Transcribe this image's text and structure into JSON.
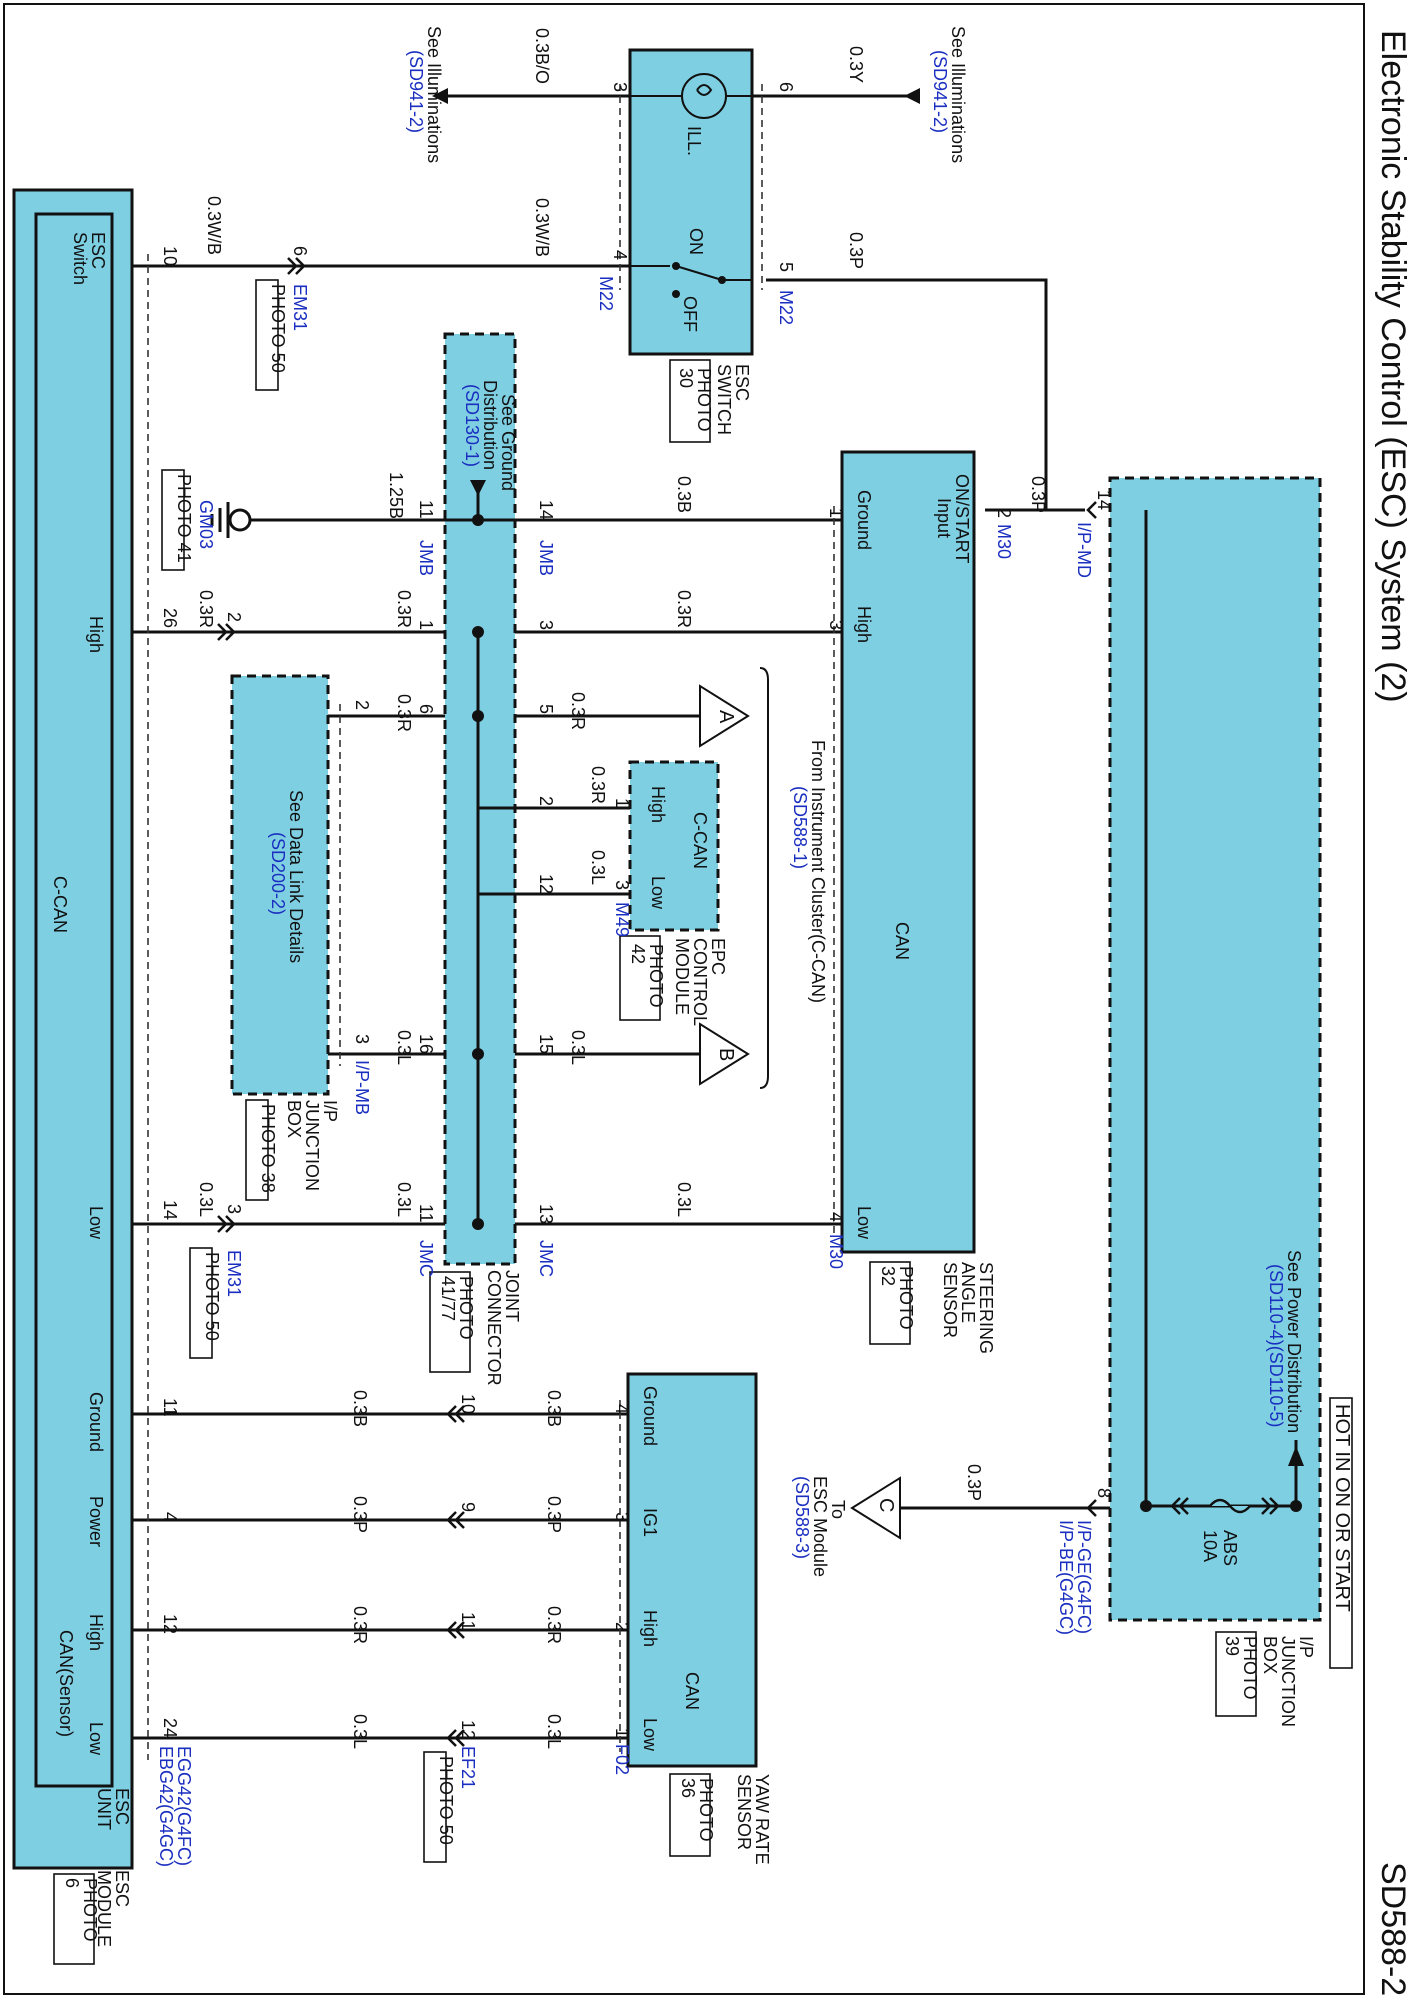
{
  "page": {
    "title": "Electronic Stability Control (ESC) System (2)",
    "code": "SD588-2"
  },
  "ip_junction_box": {
    "hot": "HOT IN ON OR START",
    "see_power": "See Power Distribution",
    "see_power_ref": "(SD110-4)(SD110-5)",
    "fuse_name": "ABS",
    "fuse_rating": "10A",
    "name": "I/P JUNCTION BOX",
    "name_lines": [
      "I/P",
      "JUNCTION",
      "BOX"
    ],
    "photo": "PHOTO 39",
    "photo_lines": [
      "PHOTO",
      "39"
    ],
    "pin_top": "14",
    "conn_top": "I/P-MD",
    "pin_bottom": "8",
    "conn_bottom_1": "I/P-GE(G4FC)",
    "conn_bottom_2": "I/P-BE(G4GC)"
  },
  "to_esc_module": {
    "wire": "0.3P",
    "marker": "C",
    "lines": [
      "To",
      "ESC Module"
    ],
    "ref": "(SD588-3)"
  },
  "esc_switch": {
    "name_lines": [
      "ESC",
      "SWITCH"
    ],
    "photo_lines": [
      "PHOTO",
      "30"
    ],
    "ill": "ILL.",
    "on": "ON",
    "off": "OFF",
    "pin_3": "3",
    "pin_6": "6",
    "pin_4": "4",
    "pin_5": "5",
    "conn_a": "M22",
    "conn_b": "M22",
    "wire_3": "0.3B/O",
    "wire_6": "0.3Y",
    "wire_4": "0.3W/B",
    "wire_5": "0.3P",
    "illum_left": "See Illuminations",
    "illum_left_ref": "(SD941-2)",
    "illum_right": "See Illuminations",
    "illum_right_ref": "(SD941-2)"
  },
  "steering_angle_sensor": {
    "name_lines": [
      "STEERING",
      "ANGLE",
      "SENSOR"
    ],
    "photo_lines": [
      "PHOTO",
      "32"
    ],
    "input_lines": [
      "ON/START",
      "Input"
    ],
    "ground": "Ground",
    "high": "High",
    "can": "CAN",
    "low": "Low",
    "pin_2": "2",
    "pin_1": "1",
    "pin_3": "3",
    "pin_4": "4",
    "conn": "M30",
    "conn_low": "M30",
    "wire_2": "0.3P",
    "wire_1": "0.3B",
    "wire_3": "0.3R",
    "wire_4": "0.3L"
  },
  "joint_connector": {
    "see_ground_lines": [
      "See Ground",
      "Distribution"
    ],
    "see_ground_ref": "(SD130-1)",
    "name_lines": [
      "JOINT",
      "CONNECTOR"
    ],
    "photo_lines": [
      "PHOTO",
      "41/77"
    ],
    "jmb": "JMB",
    "jmb_right": "JMB",
    "jmc": "JMC",
    "jmc_right": "JMC",
    "pins": {
      "p14": "14",
      "p11": "11",
      "p3": "3",
      "p1": "1",
      "p5": "5",
      "p6": "6",
      "p2": "2",
      "p12": "12",
      "p15": "15",
      "p16": "16",
      "p13": "13",
      "p11b": "11"
    }
  },
  "ground": {
    "name": "GM03",
    "photo": "PHOTO 41",
    "wire": "1.25B"
  },
  "instrument_cluster": {
    "from": "From Instrument Cluster(C-CAN)",
    "ref": "(SD588-1)",
    "marker_a": "A",
    "marker_b": "B",
    "wire_a": "0.3R",
    "wire_b": "0.3L"
  },
  "epc_module": {
    "can": "C-CAN",
    "high": "High",
    "low": "Low",
    "name_lines": [
      "EPC",
      "CONTROL",
      "MODULE"
    ],
    "photo_lines": [
      "PHOTO",
      "42"
    ],
    "pin_1": "1",
    "pin_3": "3",
    "conn": "M49",
    "wire_1": "0.3R",
    "wire_3": "0.3L"
  },
  "data_link": {
    "see": "See Data Link Details",
    "ref": "(SD200-2)",
    "pin_2": "2",
    "pin_3": "3",
    "conn": "I/P-MB",
    "name_lines": [
      "I/P",
      "JUNCTION",
      "BOX"
    ],
    "photo": "PHOTO 38",
    "wire_2": "0.3R",
    "wire_3": "0.3L"
  },
  "yaw_rate_sensor": {
    "name_lines": [
      "YAW RATE",
      "SENSOR"
    ],
    "photo_lines": [
      "PHOTO",
      "36"
    ],
    "ground": "Ground",
    "ig1": "IG1",
    "high": "High",
    "can": "CAN",
    "low": "Low",
    "pin_4": "4",
    "pin_3": "3",
    "pin_2": "2",
    "pin_1": "1",
    "conn": "F02",
    "wire_4": "0.3B",
    "wire_3": "0.3P",
    "wire_2": "0.3R",
    "wire_1": "0.3L"
  },
  "ef21": {
    "name": "EF21",
    "photo": "PHOTO 50",
    "pin_10": "10",
    "pin_9": "9",
    "pin_11": "11",
    "pin_12": "12"
  },
  "em31": {
    "name_top": "EM31",
    "photo_top": "PHOTO 50",
    "name_bottom": "EM31",
    "photo_bottom": "PHOTO 50",
    "pin_6": "6",
    "pin_2": "2",
    "pin_3": "3"
  },
  "esc_module": {
    "unit_lines": [
      "ESC",
      "UNIT"
    ],
    "name_lines": [
      "ESC",
      "MODULE"
    ],
    "photo_lines": [
      "PHOTO",
      "6"
    ],
    "esc_switch_lines": [
      "ESC",
      "Switch"
    ],
    "high": "High",
    "c_can": "C-CAN",
    "low": "Low",
    "ground": "Ground",
    "power": "Power",
    "high2": "High",
    "can_sensor": "CAN(Sensor)",
    "low2": "Low",
    "conn_1": "EGG42(G4FC)",
    "conn_2": "EBG42(G4GC)",
    "pins": {
      "p10": "10",
      "p26": "26",
      "p14": "14",
      "p11": "11",
      "p4": "4",
      "p12": "12",
      "p24": "24"
    },
    "wires": {
      "w10": "0.3W/B",
      "w26": "0.3R",
      "w14": "0.3L",
      "w_jm_top": "0.3R",
      "w_jm_bottom": "0.3L",
      "w11": "0.3B",
      "w4": "0.3P",
      "w12": "0.3R",
      "w24": "0.3L",
      "w_gnd": "0.3B",
      "w_pwr": "0.3P",
      "w_high": "0.3R",
      "w_low": "0.3L"
    }
  }
}
